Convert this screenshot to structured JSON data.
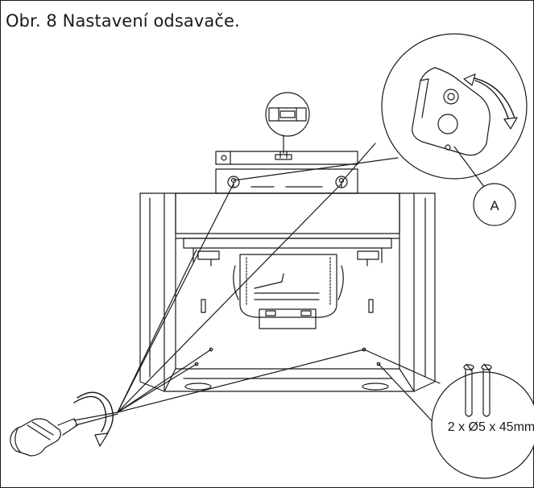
{
  "figure": {
    "caption": "Obr. 8 Nastavení odsavače."
  },
  "callouts": {
    "detail_label": "A",
    "screws_label": "2 x Ø5 x 45mm"
  },
  "colors": {
    "line": "#1a1a1a",
    "background": "#ffffff"
  }
}
